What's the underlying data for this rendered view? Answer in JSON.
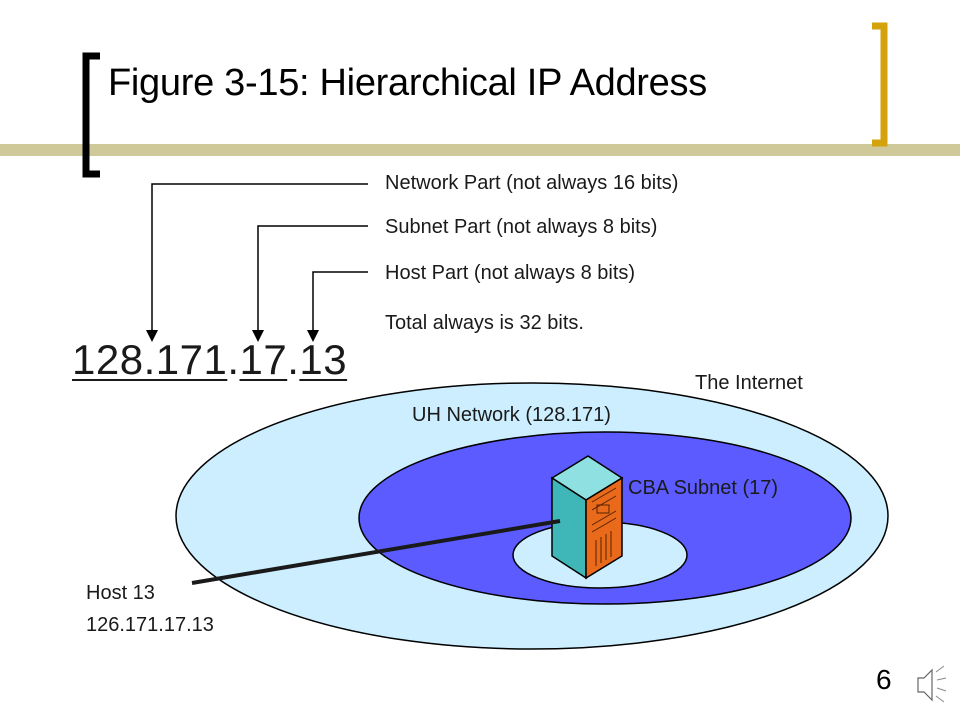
{
  "title": "Figure 3-15: Hierarchical IP Address",
  "annotations": {
    "network": "Network Part (not always 16 bits)",
    "subnet": "Subnet Part (not always 8 bits)",
    "host": "Host Part (not always 8 bits)",
    "total": "Total always is 32 bits."
  },
  "address": {
    "network_part": "128.171",
    "dot1": ".",
    "subnet_part": "17",
    "dot2": ".",
    "host_part": "13"
  },
  "regions": {
    "internet": "The Internet",
    "uh_network": "UH Network (128.171)",
    "cba_subnet": "CBA Subnet (17)"
  },
  "host_callout": {
    "name": "Host 13",
    "ip": "126.171.17.13"
  },
  "page_number": "6",
  "colors": {
    "accent": "#d4a20c",
    "accent_bar": "#c5c08a",
    "internet_fill": "#cceeff",
    "uh_fill": "#5b5bff",
    "server_teal": "#3fb6b8",
    "server_orange": "#e86a1a"
  },
  "icons": [
    "server-icon",
    "speaker-icon"
  ]
}
